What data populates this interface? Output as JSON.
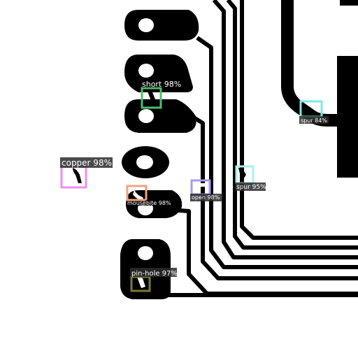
{
  "detections": [
    {
      "label": "short 98%",
      "color": "#4cbf6a"
    },
    {
      "label": "spur 84%",
      "color": "#7de8e8"
    },
    {
      "label": "copper 98%",
      "color": "#f08cf0"
    },
    {
      "label": "mousebite 98%",
      "color": "#f2a07e"
    },
    {
      "label": "open 98%",
      "color": "#a69af0"
    },
    {
      "label": "spur 95%",
      "color": "#a6f0f0"
    },
    {
      "label": "pin-hole 97%",
      "color": "#7c7a2e"
    }
  ]
}
